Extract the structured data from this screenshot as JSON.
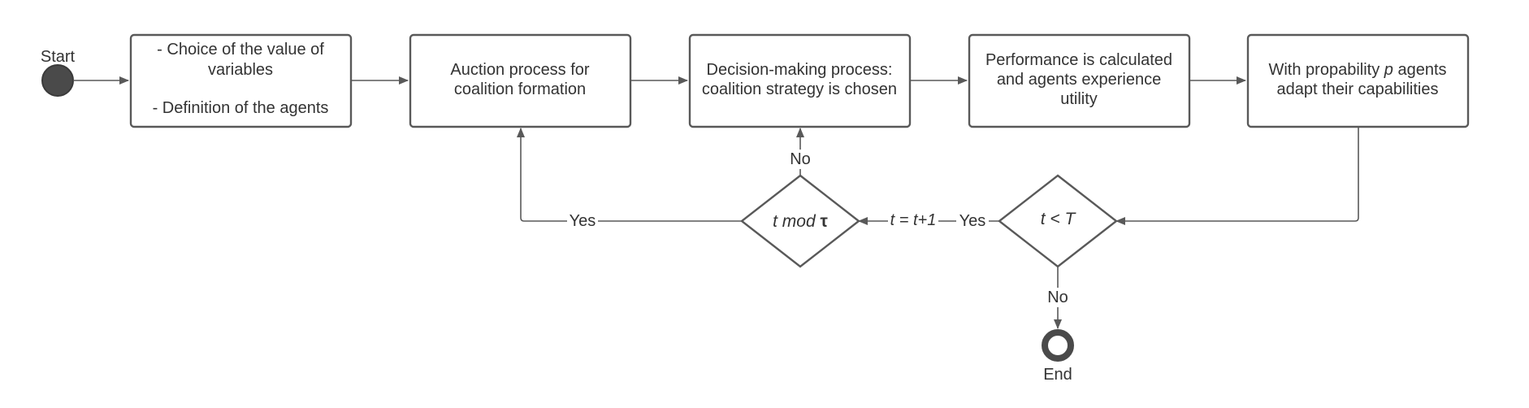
{
  "colors": {
    "stroke": "#595959",
    "text": "#333333",
    "start_fill": "#4a4a4a",
    "end_ring": "#4a4a4a"
  },
  "start": {
    "label": "Start"
  },
  "end": {
    "label": "End"
  },
  "boxes": {
    "init": {
      "line1": "- Choice of  the value of",
      "line2": "variables",
      "line3": "- Definition of the agents"
    },
    "auction": {
      "line1": "Auction process for",
      "line2": "coalition formation"
    },
    "decision": {
      "line1": "Decision-making process:",
      "line2": "coalition strategy is chosen"
    },
    "performance": {
      "line1": "Performance is calculated",
      "line2": "and agents experience",
      "line3": "utility"
    },
    "adapt": {
      "line1a": "With propability ",
      "line1b": "p",
      "line1c": " agents",
      "line2": "adapt their capabilities"
    }
  },
  "diamonds": {
    "tmod": {
      "a": "t mod ",
      "b": "τ"
    },
    "tlt": {
      "a": "t < T"
    }
  },
  "edge_labels": {
    "no_up": "No",
    "yes_left": "Yes",
    "t_update": "t = t+1",
    "yes_right": "Yes",
    "no_down": "No"
  }
}
